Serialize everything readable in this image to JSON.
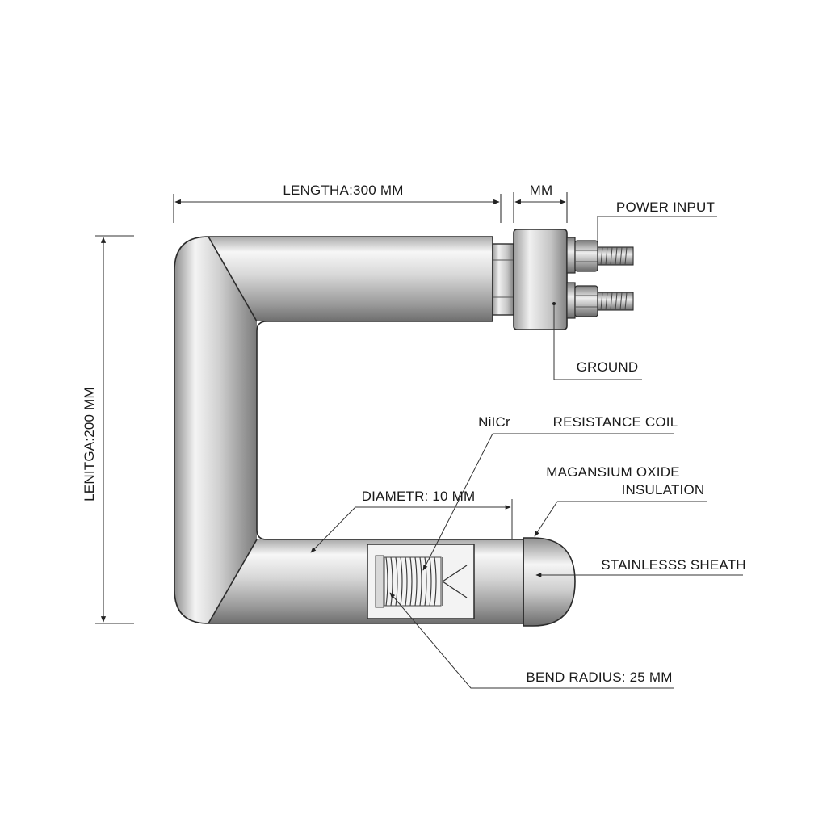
{
  "dimensions": {
    "length_horizontal": "LENGTHA:300 MM",
    "terminal_width": "MM",
    "length_vertical": "LENITGA:200 MM",
    "diameter": "DIAMETR: 10 MM",
    "bend_radius": "BEND RADIUS: 25 MM"
  },
  "callouts": {
    "power_input": "POWER INPUT",
    "ground": "GROUND",
    "nicr": "NiICr",
    "resistance_coil": "RESISTANCE COIL",
    "insulation_line1": "MAGANSIUM OXIDE",
    "insulation_line2": "INSULATION",
    "sheath": "STAINLESSS SHEATH"
  },
  "colors": {
    "metal_light": "#f4f4f4",
    "metal_mid": "#c9c9c9",
    "metal_dark": "#8a8a8a",
    "line": "#333333"
  }
}
